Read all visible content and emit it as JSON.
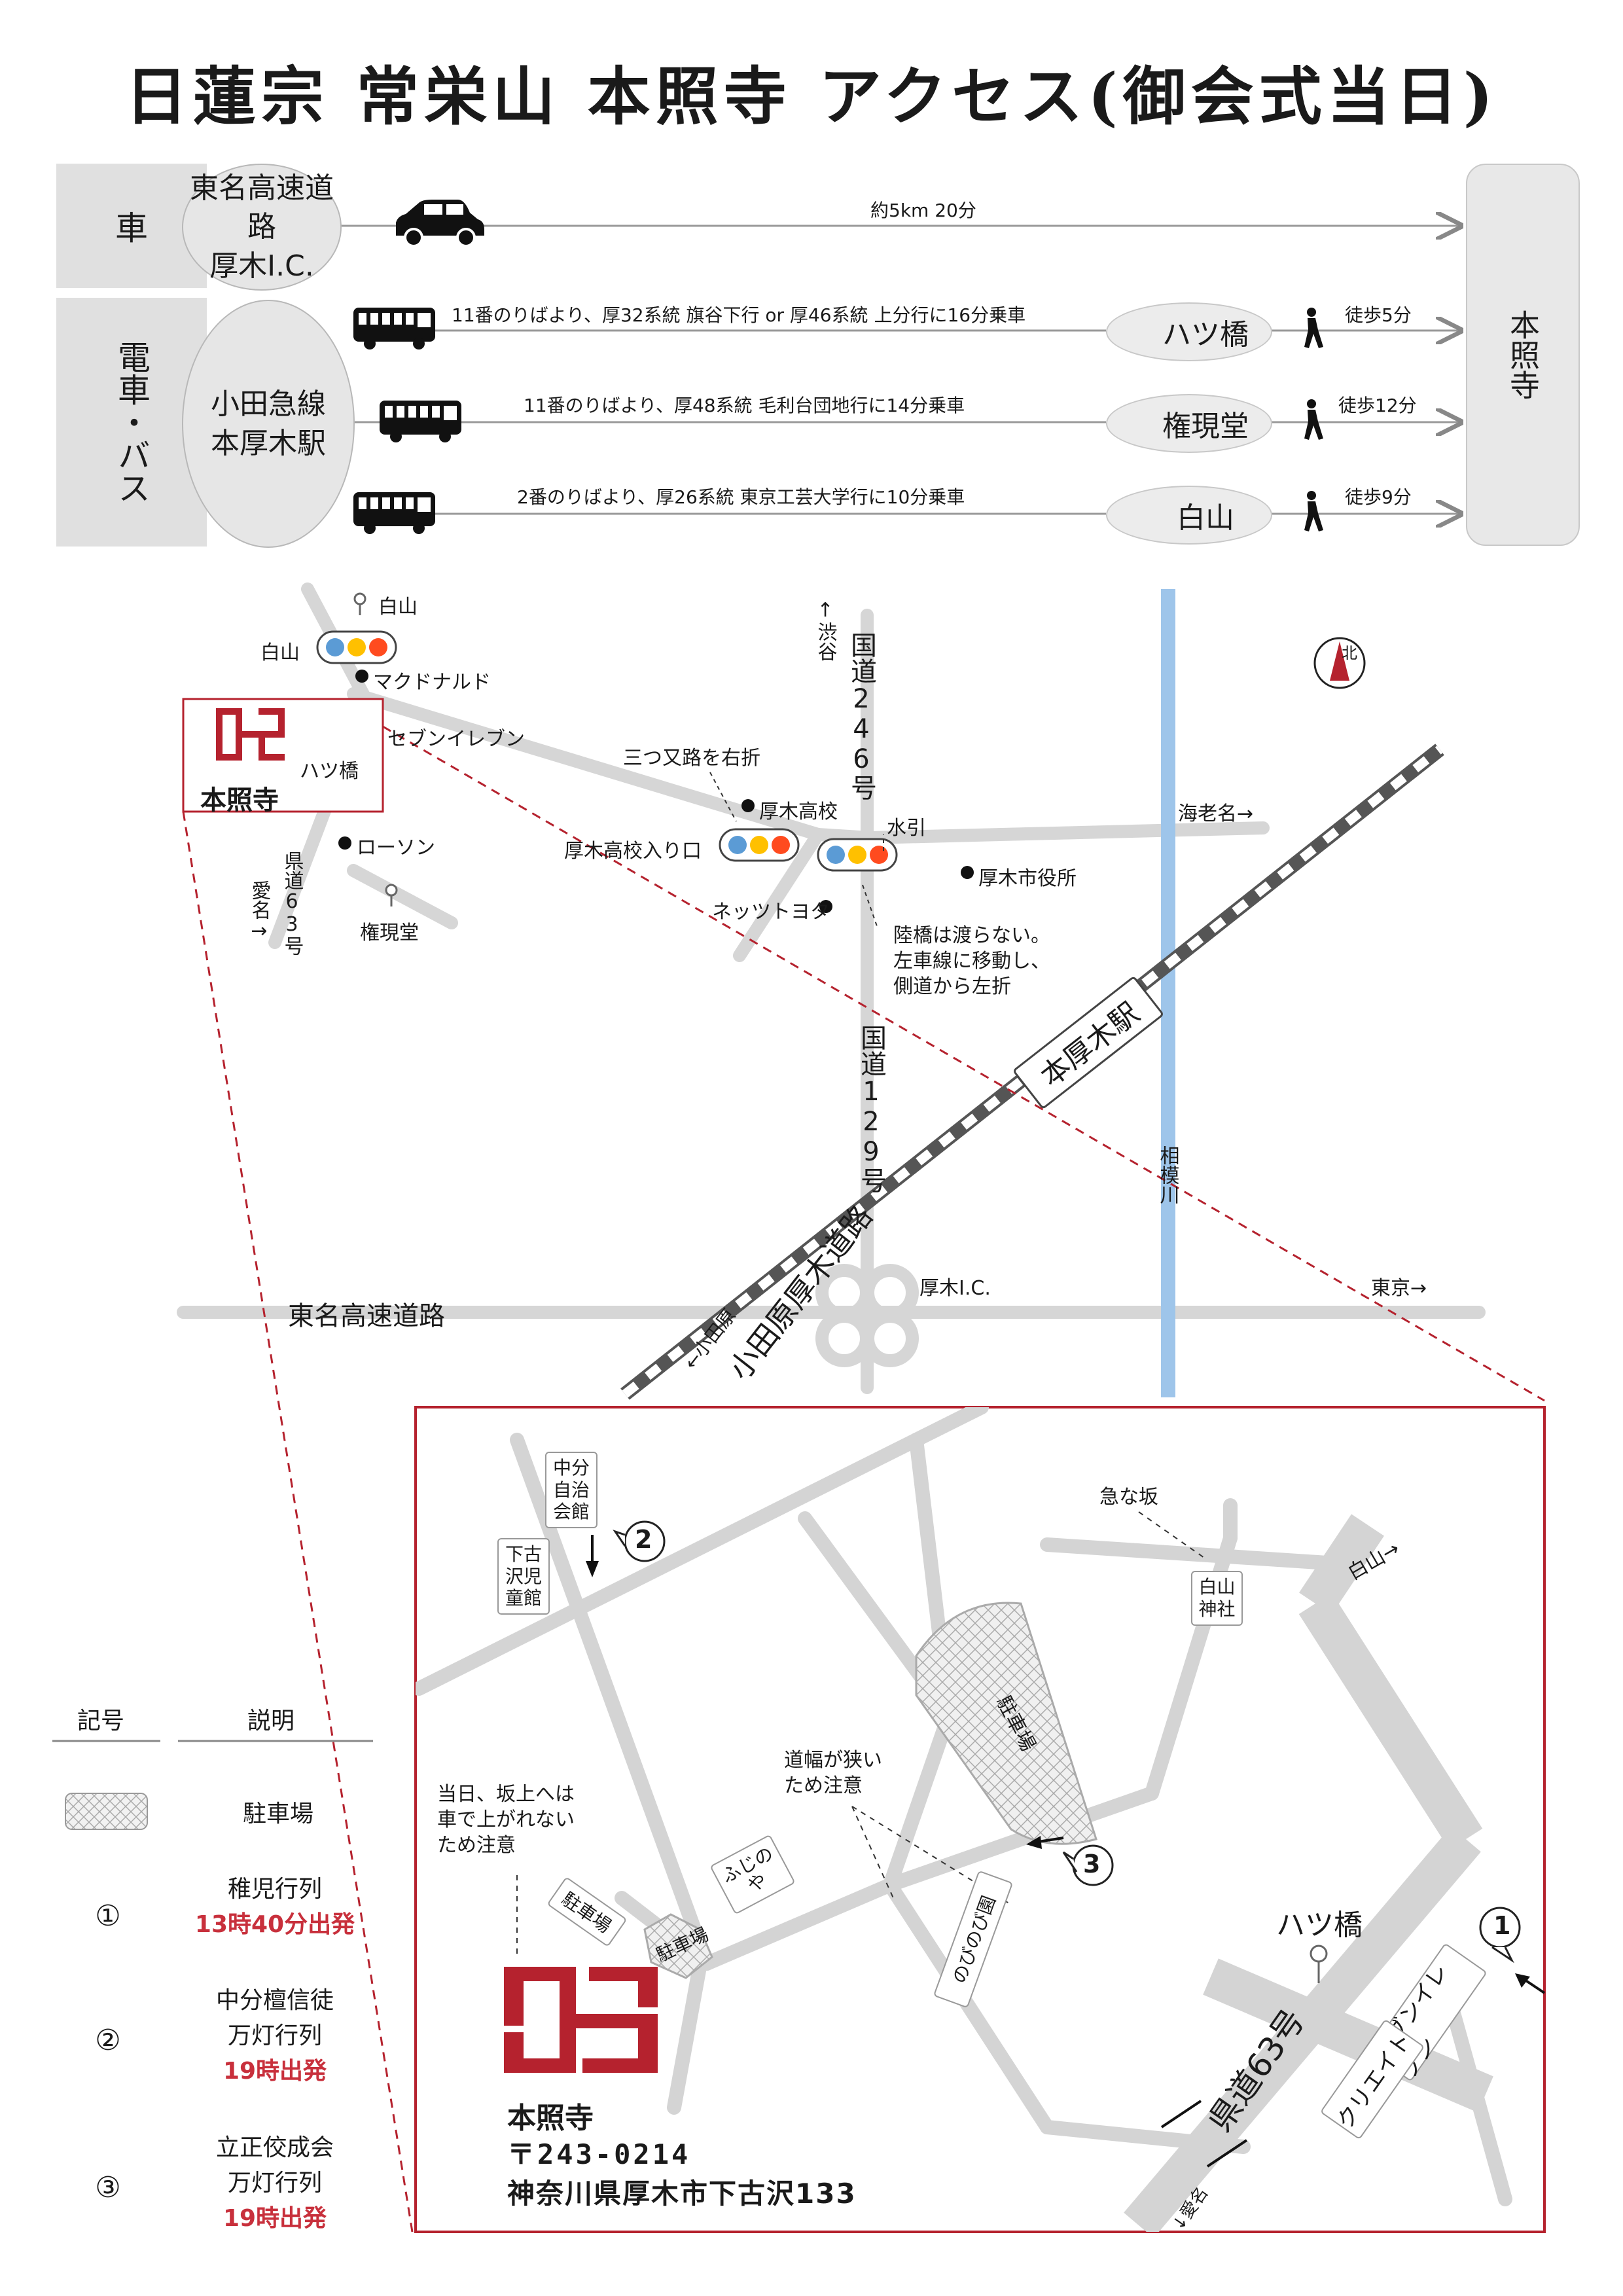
{
  "title": "日蓮宗 常栄山 本照寺 アクセス(御会式当日)",
  "access": {
    "car_mode": "車",
    "train_mode": "電車・バス",
    "car_origin_l1": "東名高速道路",
    "car_origin_l2": "厚木I.C.",
    "car_route": "約5km 20分",
    "train_origin_l1": "小田急線",
    "train_origin_l2": "本厚木駅",
    "destination": "本照寺",
    "bus_routes": [
      {
        "text": "11番のりばより、厚32系統 旗谷下行 or 厚46系統 上分行に16分乗車",
        "stop": "ハツ橋",
        "walk": "徒歩5分"
      },
      {
        "text": "11番のりばより、厚48系統 毛利台団地行に14分乗車",
        "stop": "権現堂",
        "walk": "徒歩12分"
      },
      {
        "text": "2番のりばより、厚26系統 東京工芸大学行に10分乗車",
        "stop": "白山",
        "walk": "徒歩9分"
      }
    ]
  },
  "area_map": {
    "hakusan_stop": "白山",
    "hakusan_signal": "白山",
    "mcdonalds": "マクドナルド",
    "seven": "セブンイレブン",
    "hatsubashi": "ハツ橋",
    "lawson": "ローソン",
    "gongendo": "権現堂",
    "pref_road": "県道63号",
    "to_aina": "愛名→",
    "shibuya": "↑渋谷",
    "route246": "国道246号",
    "mitsumata": "三つ又路を右折",
    "atsugi_hs": "厚木高校",
    "atsugi_hs_entrance": "厚木高校入り口",
    "mizuhiki": "水引",
    "city_office": "厚木市役所",
    "netz": "ネッツトヨタ",
    "rikkyo_1": "陸橋は渡らない。",
    "rikkyo_2": "左車線に移動し、",
    "rikkyo_3": "側道から左折",
    "ebina": "海老名→",
    "station": "本厚木駅",
    "route129": "国道129号",
    "sagami": "相模川",
    "tomei": "東名高速道路",
    "atsugi_ic": "厚木I.C.",
    "tokyo": "東京→",
    "odawara": "←小田原",
    "odawara_road": "小田原厚木道路",
    "north": "北",
    "temple": "本照寺"
  },
  "legend": {
    "h_symbol": "記号",
    "h_desc": "説明",
    "parking": "駐車場",
    "n1": "①",
    "p1_l1": "稚児行列",
    "p1_time": "13時40分出発",
    "n2": "②",
    "p2_l1": "中分檀信徒",
    "p2_l2": "万灯行列",
    "p2_time": "19時出発",
    "n3": "③",
    "p3_l1": "立正佼成会",
    "p3_l2": "万灯行列",
    "p3_time": "19時出発"
  },
  "detail_map": {
    "nakabun_hall": "中分自治会館",
    "shimofurusawa": "下古沢児童館",
    "num2": "2",
    "num3": "3",
    "num1": "1",
    "kyu_na_saka": "急な坂",
    "hakusan_shrine": "白山神社",
    "to_hakusan": "白山→",
    "parking_big": "駐車場",
    "narrow_1": "道幅が狭い",
    "narrow_2": "ため注意",
    "caution_1": "当日、坂上へは",
    "caution_2": "車で上がれない",
    "caution_3": "ため注意",
    "parking_small1": "駐車場",
    "parking_small2": "駐車場",
    "fujinoya": "ふじのや",
    "nobinobi": "のびのび園",
    "hatsubashi": "ハツ橋",
    "seven": "セブンイレブン",
    "kuri": "クリエイト",
    "pref_road": "県道63号",
    "to_aina": "↓愛名",
    "temple": "本照寺",
    "postal": "〒243-0214",
    "address": "神奈川県厚木市下古沢133"
  },
  "colors": {
    "accent": "#b5222e",
    "river": "#9ec5ea",
    "road": "#d4d4d4",
    "signal_blue": "#5b9bd5",
    "signal_yellow": "#ffc000",
    "signal_red": "#ff4b1f"
  }
}
